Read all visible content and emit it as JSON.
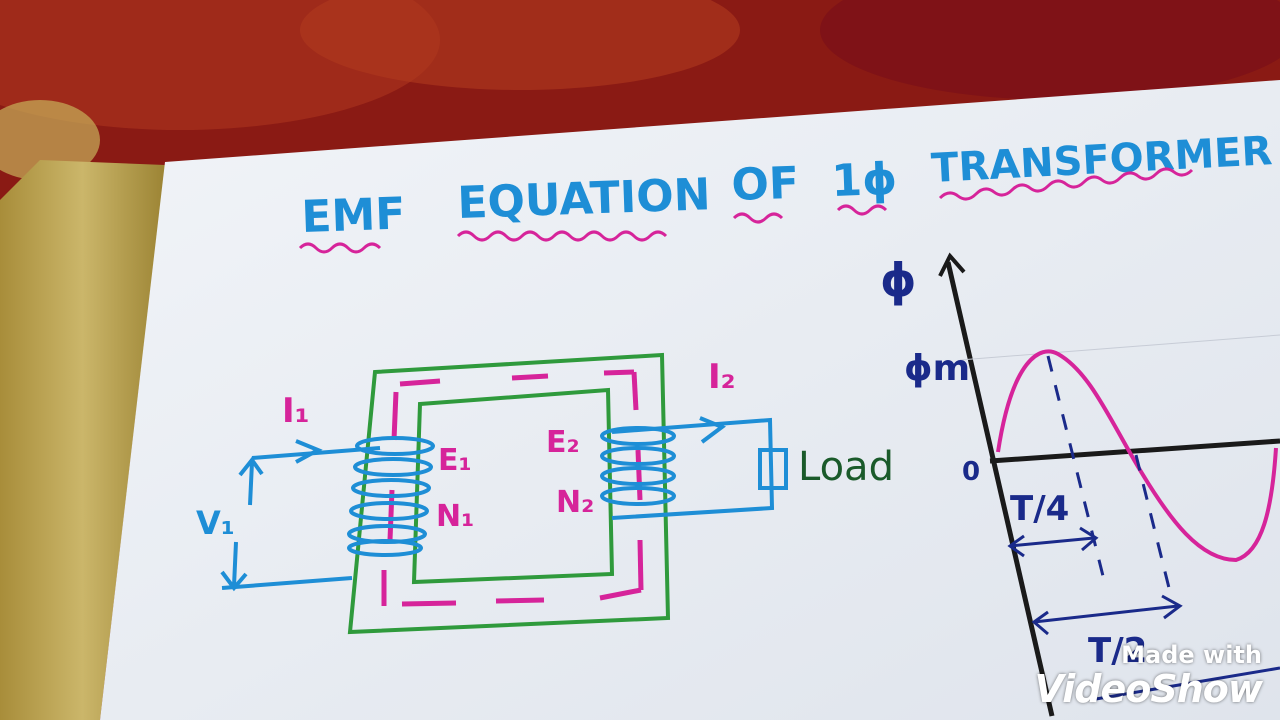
{
  "title": {
    "words": [
      "EMF",
      "EQUATION",
      "OF",
      "1ϕ",
      "TRANSFORMER"
    ]
  },
  "transformer": {
    "current_primary": "I₁",
    "current_secondary": "I₂",
    "voltage_primary": "V₁",
    "emf_primary": "E₁",
    "emf_secondary": "E₂",
    "turns_primary": "N₁",
    "turns_secondary": "N₂",
    "load_label": "Load"
  },
  "flux_graph": {
    "y_axis_label": "ϕ",
    "peak_label": "ϕm",
    "origin_label": "0",
    "quarter_period_label": "T/4",
    "half_period_label": "T/2"
  },
  "watermark": {
    "line1": "Made with",
    "brand": "VideoShow"
  },
  "colors": {
    "blue_ink": "#1e8ed6",
    "pink_ink": "#d6249a",
    "green_ink": "#2f9a3c",
    "black_ink": "#1a1a1a",
    "navy_ink": "#1a2a8a",
    "paper": "#e9edf3",
    "cloth": "#8a1a14"
  }
}
